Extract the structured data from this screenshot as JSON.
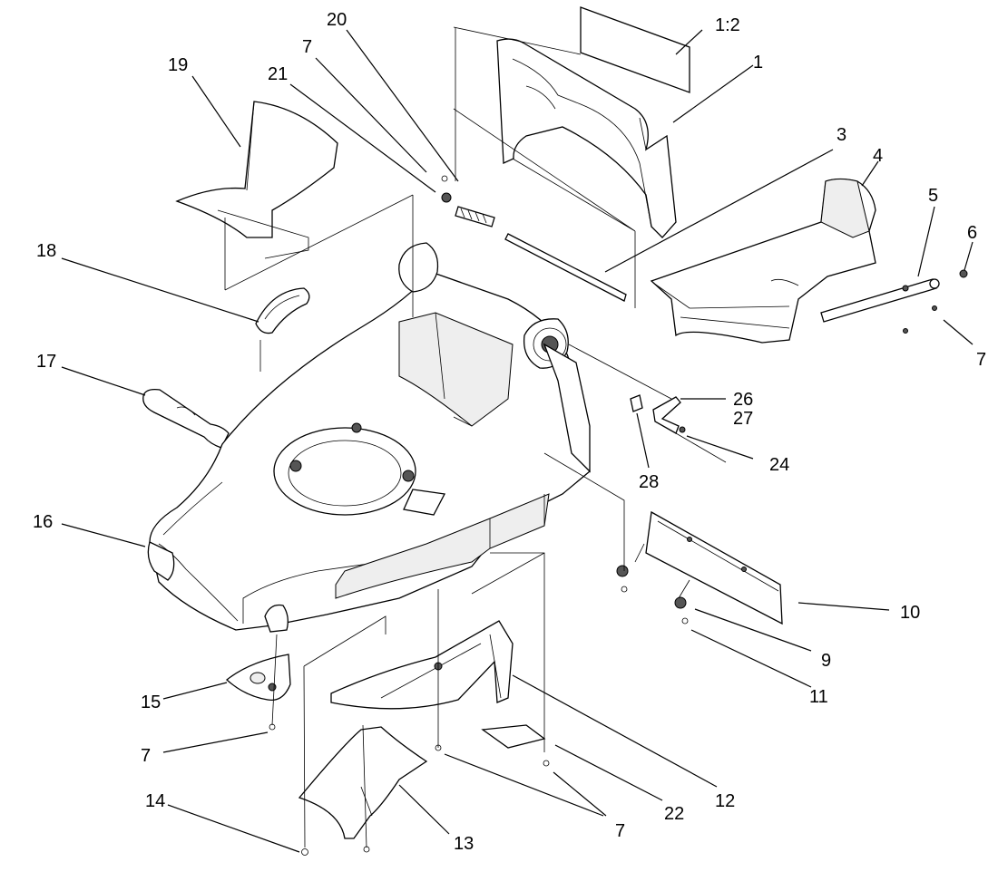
{
  "diagram": {
    "background": "#ffffff",
    "ink": "#000000",
    "callouts": [
      {
        "id": "1",
        "text": "1"
      },
      {
        "id": "1-2",
        "text": "1:2"
      },
      {
        "id": "3",
        "text": "3"
      },
      {
        "id": "4",
        "text": "4"
      },
      {
        "id": "5",
        "text": "5"
      },
      {
        "id": "6",
        "text": "6"
      },
      {
        "id": "7a",
        "text": "7"
      },
      {
        "id": "7b",
        "text": "7"
      },
      {
        "id": "7c",
        "text": "7"
      },
      {
        "id": "7d",
        "text": "7"
      },
      {
        "id": "9",
        "text": "9"
      },
      {
        "id": "10",
        "text": "10"
      },
      {
        "id": "11",
        "text": "11"
      },
      {
        "id": "12",
        "text": "12"
      },
      {
        "id": "13",
        "text": "13"
      },
      {
        "id": "14",
        "text": "14"
      },
      {
        "id": "15",
        "text": "15"
      },
      {
        "id": "16",
        "text": "16"
      },
      {
        "id": "17",
        "text": "17"
      },
      {
        "id": "18",
        "text": "18"
      },
      {
        "id": "19",
        "text": "19"
      },
      {
        "id": "20",
        "text": "20"
      },
      {
        "id": "21",
        "text": "21"
      },
      {
        "id": "22",
        "text": "22"
      },
      {
        "id": "24",
        "text": "24"
      },
      {
        "id": "26",
        "text": "26"
      },
      {
        "id": "27",
        "text": "27"
      },
      {
        "id": "28",
        "text": "28"
      }
    ]
  }
}
